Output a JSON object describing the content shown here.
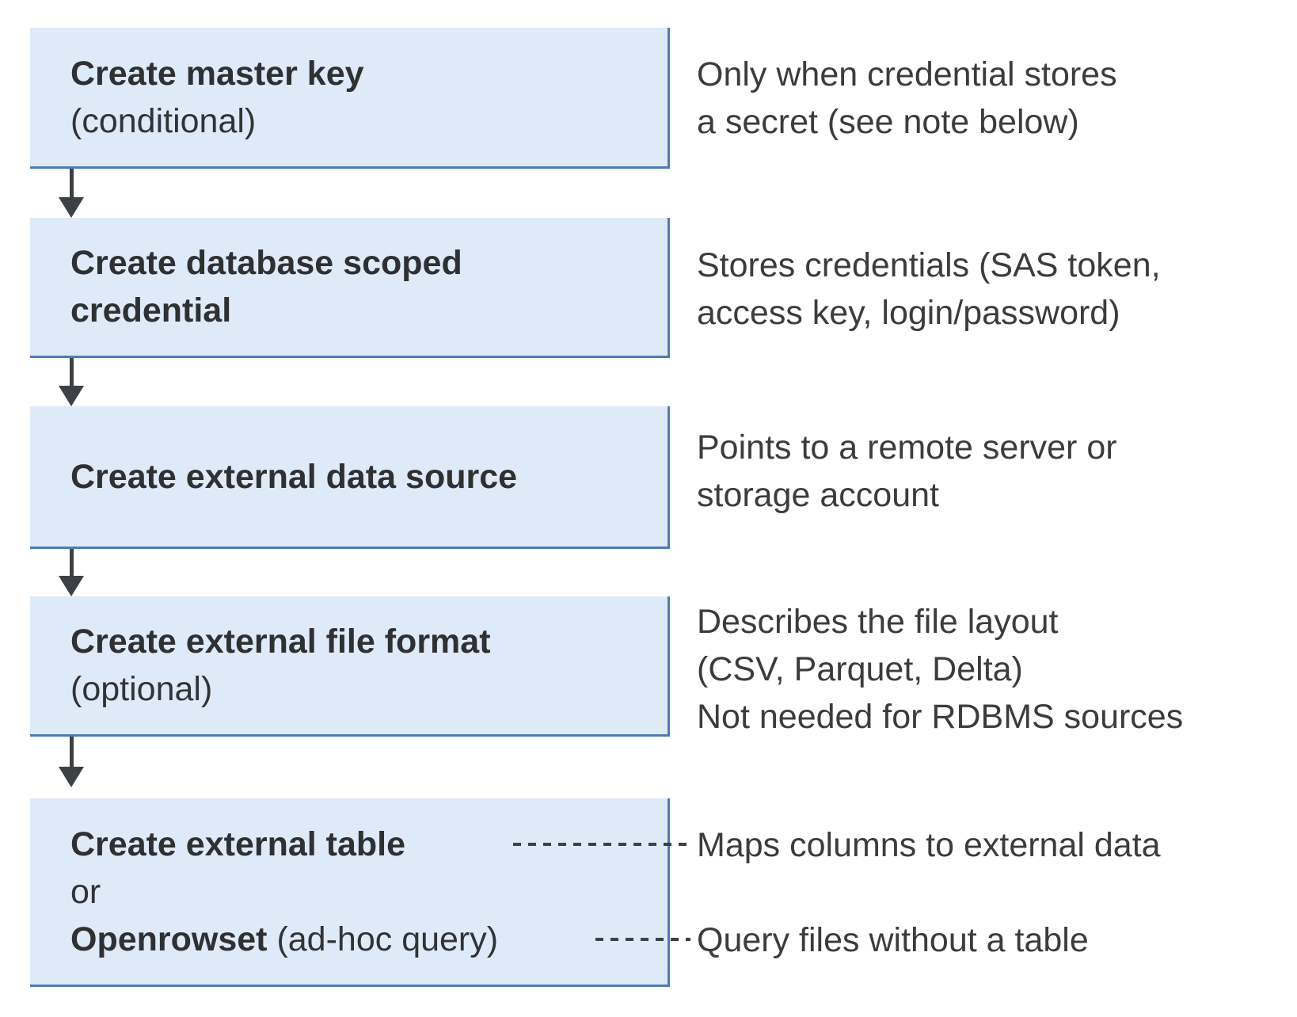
{
  "colors": {
    "box_fill": "#dfeaf9",
    "box_border": "#4c7cb4",
    "arrow": "#3d4045",
    "title_text": "#2e3032",
    "note_text": "#3a3c3e"
  },
  "steps": [
    {
      "title": "Create master key",
      "subtitle": "(conditional)",
      "note_lines": [
        "Only when credential stores",
        "a secret (see note below)"
      ]
    },
    {
      "title_lines": [
        "Create database scoped",
        "credential"
      ],
      "note_lines": [
        "Stores credentials (SAS token,",
        "access key, login/password)"
      ]
    },
    {
      "title": "Create external data source",
      "note_lines": [
        "Points to a remote server or",
        "storage account"
      ]
    },
    {
      "title": "Create external file format",
      "subtitle": "(optional)",
      "note_lines": [
        "Describes the file layout",
        "(CSV, Parquet, Delta)",
        "Not needed for RDBMS sources"
      ]
    },
    {
      "title": "Create external table",
      "or_label": "or",
      "alt_title_bold": "Openrowset",
      "alt_title_rest": " (ad-hoc query)",
      "note_table": "Maps columns to external data",
      "note_openrowset": "Query files without a table"
    }
  ]
}
